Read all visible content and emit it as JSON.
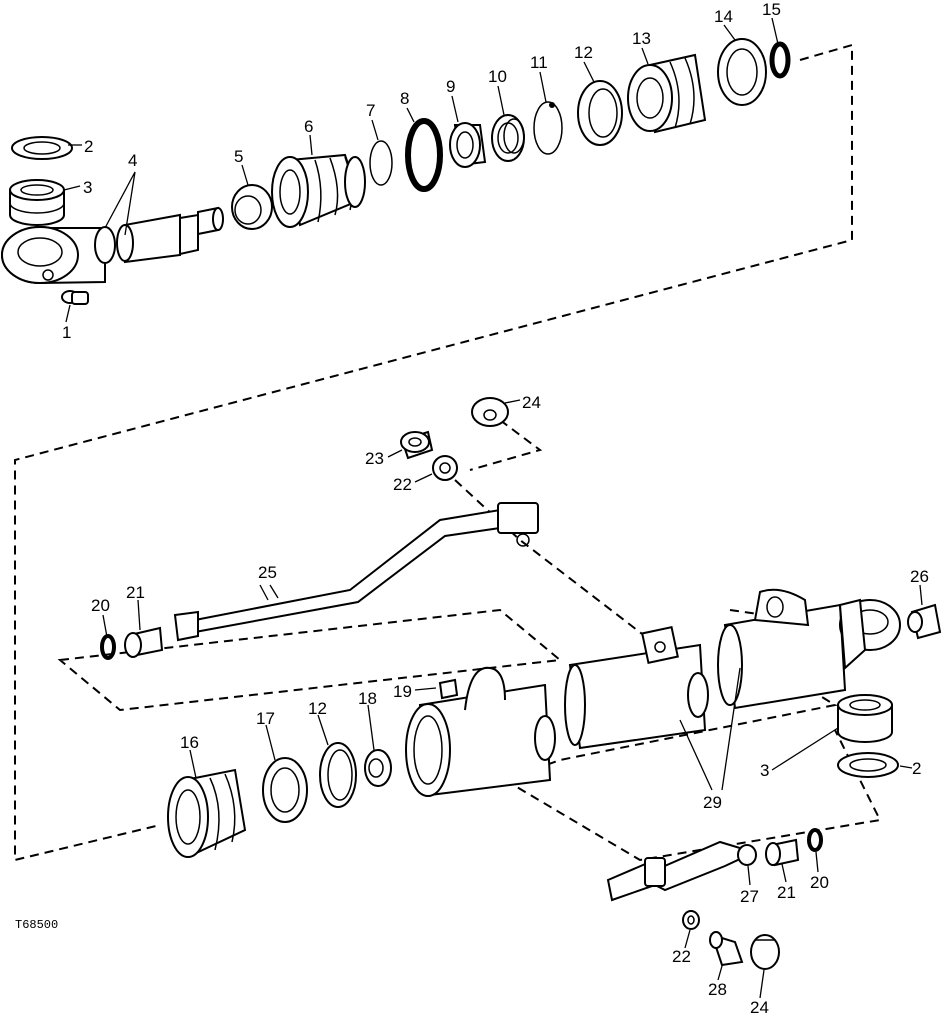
{
  "figure_id": "T68500",
  "callouts": {
    "c1": "1",
    "c2a": "2",
    "c3a": "3",
    "c4": "4",
    "c5": "5",
    "c6": "6",
    "c7": "7",
    "c8": "8",
    "c9": "9",
    "c10": "10",
    "c11": "11",
    "c12a": "12",
    "c13": "13",
    "c14": "14",
    "c15": "15",
    "c24a": "24",
    "c23": "23",
    "c22a": "22",
    "c25": "25",
    "c20a": "20",
    "c21a": "21",
    "c26": "26",
    "c19": "19",
    "c18": "18",
    "c17": "17",
    "c16": "16",
    "c12b": "12",
    "c3b": "3",
    "c2b": "2",
    "c29": "29",
    "c27": "27",
    "c21b": "21",
    "c20b": "20",
    "c22b": "22",
    "c28": "28",
    "c24b": "24"
  }
}
